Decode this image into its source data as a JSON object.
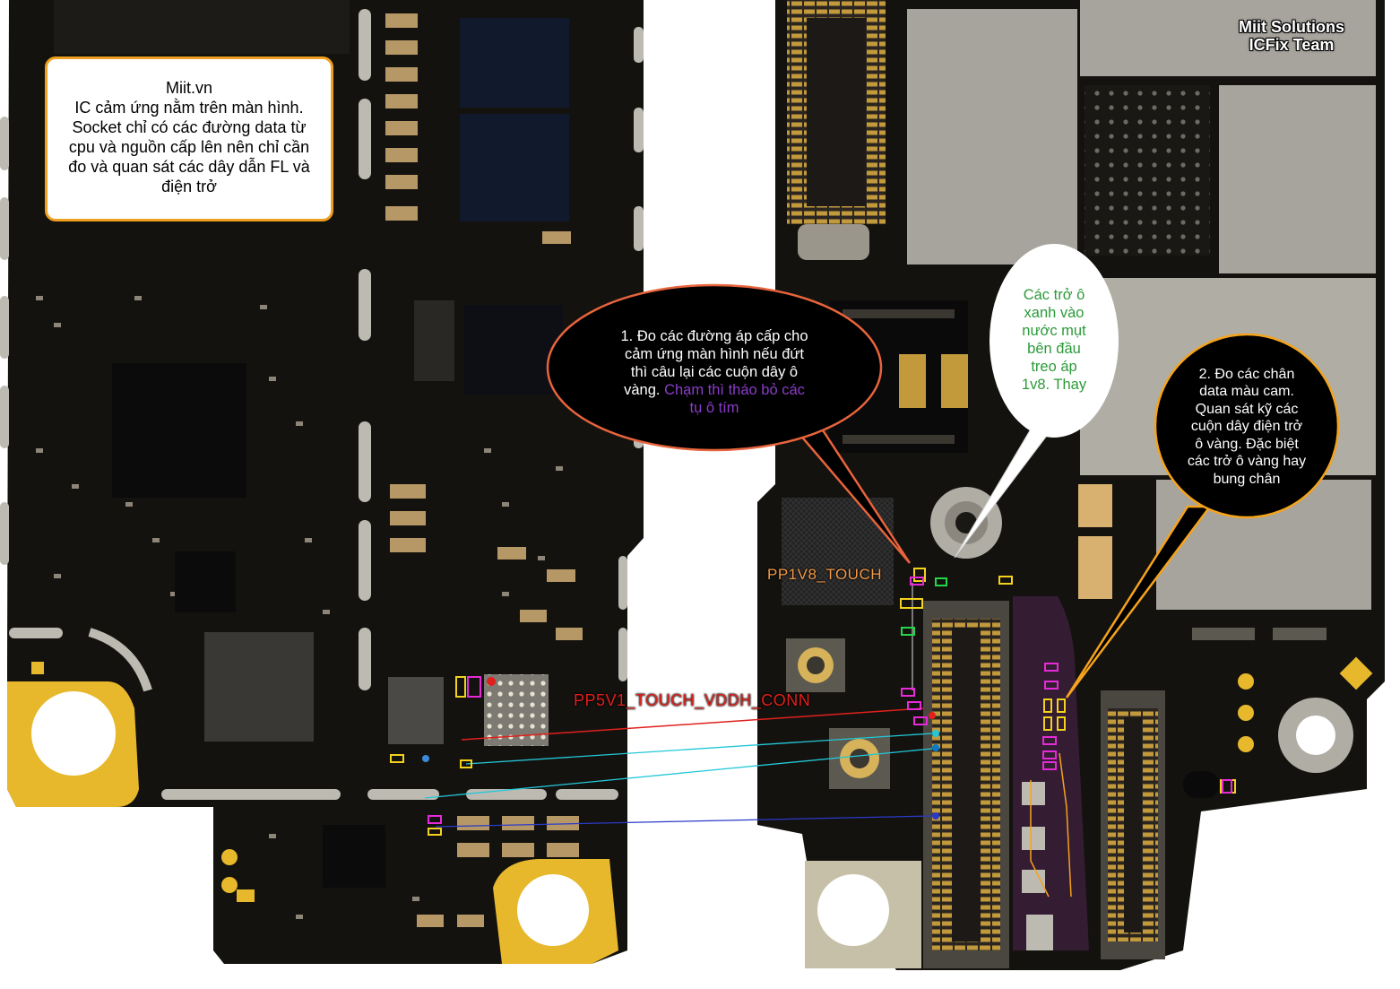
{
  "info_box": {
    "lines": [
      "Miit.vn",
      "IC cảm ứng nằm trên màn hình.",
      "Socket chỉ có các đường data từ",
      "cpu và nguồn cấp lên nên chỉ cần",
      "đo và quan sát các dây dẫn FL và",
      "điện trở"
    ]
  },
  "brand": {
    "line1": "Miit Solutions",
    "line2": "ICFix Team"
  },
  "callout_voltage": {
    "lines": [
      "1. Đo các đường áp cấp cho",
      "cảm ứng màn hình nếu đứt",
      "thì câu lại các cuộn dây ô",
      "vàng."
    ],
    "purple_inline": "Chạm thì tháo bỏ các",
    "purple_line": "tụ ô tím"
  },
  "callout_green": {
    "lines": [
      "Các trở ô",
      "xanh vào",
      "nước mụt",
      "bên đầu",
      "treo áp",
      "1v8. Thay"
    ]
  },
  "callout_data": {
    "lines": [
      "2. Đo các chân",
      "data màu cam.",
      "Quan sát kỹ các",
      "cuộn dây điện trở",
      "ô vàng. Đặc biệt",
      "các trở ô vàng hay",
      "bung chân"
    ]
  },
  "labels": {
    "pp1v8": "PP1V8_TOUCH",
    "pp5v1": "PP5V1_TOUCH_VDDH_CONN"
  },
  "colors": {
    "board": "#14120f",
    "gold": "#e7b82c",
    "callout_fill": "#000000",
    "callout_border": "#e8643c",
    "orange_text": "#f29a4a",
    "red_text": "#e0201c",
    "purple_text": "#8a3cc8",
    "green_text": "#2c9a3a",
    "yellow_box": "#f2d21c",
    "magenta_box": "#e62ad8",
    "green_box": "#22d84a",
    "data_orange": "#f5a31c"
  }
}
